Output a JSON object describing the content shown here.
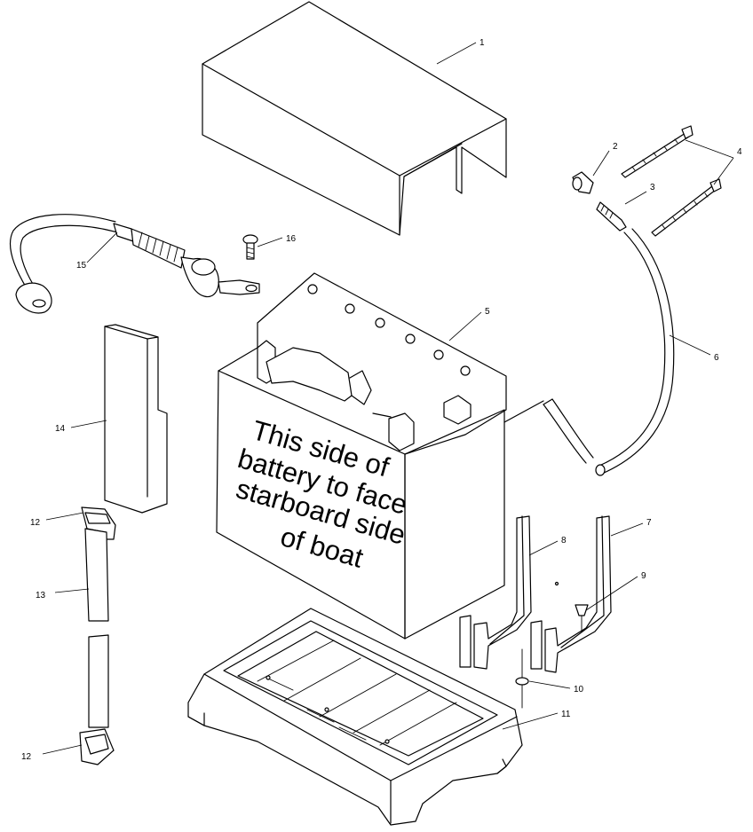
{
  "battery_label": {
    "lines": [
      "This side of",
      "battery to face",
      "starboard side",
      "of boat"
    ]
  },
  "callouts": {
    "c1": "1",
    "c2": "2",
    "c3": "3",
    "c4": "4",
    "c5": "5",
    "c6": "6",
    "c7": "7",
    "c8": "8",
    "c9": "9",
    "c10": "10",
    "c11": "11",
    "c12a": "12",
    "c12b": "12",
    "c13": "13",
    "c14": "14",
    "c15": "15",
    "c16": "16"
  }
}
